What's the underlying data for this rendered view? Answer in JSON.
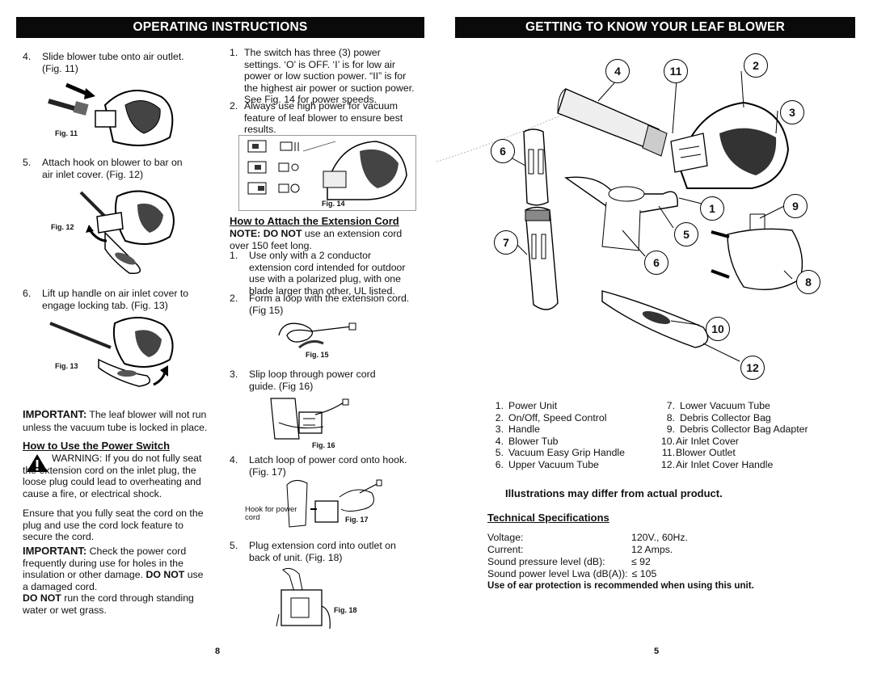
{
  "left_page": {
    "banner": "OPERATING INSTRUCTIONS",
    "page_number": "8",
    "steps": [
      {
        "n": "4.",
        "text": "Slide blower tube onto air outlet. (Fig. 11)"
      },
      {
        "n": "5.",
        "text": "Attach hook on blower to bar on air inlet cover. (Fig. 12)"
      },
      {
        "n": "6.",
        "text": "Lift up handle on air inlet cover to engage locking tab. (Fig. 13)"
      }
    ],
    "fig_labels": [
      "Fig. 11",
      "Fig. 12",
      "Fig. 13",
      "Fig. 14",
      "Fig. 15",
      "Fig. 16",
      "Fig. 17",
      "Fig. 18"
    ],
    "important_1": {
      "label": "IMPORTANT:",
      "text": " The leaf blower will not run unless the vacuum tube is locked in place."
    },
    "power_switch": {
      "heading": "How to Use the Power Switch",
      "warning_label": "WARNING",
      "warning_text": ": If you do not fully seat the extension cord on the inlet plug, the loose plug could lead to overheating and cause a fire, or electrical shock.",
      "ensure_text": "Ensure that you fully seat the cord on the plug and use the cord lock feature to secure the cord.",
      "important_label": "IMPORTANT:",
      "important_text_a": " Check the power cord frequently during use for holes in the insulation or other damage. ",
      "do_not_1": "DO NOT",
      "important_text_b": " use a damaged cord.",
      "do_not_2": "DO NOT",
      "important_text_c": " run the cord through standing water or wet grass."
    },
    "switch_steps": [
      {
        "n": "1.",
        "text": "The switch has three (3) power settings. ‘O’ is OFF. ‘I’ is for low air power or low suction power. “II” is for the highest air power or suction power. See Fig. 14 for power speeds."
      },
      {
        "n": "2.",
        "text": "Always use high power for vacuum feature of leaf blower to ensure best results."
      }
    ],
    "extension_cord": {
      "heading": "How to Attach the Extension Cord",
      "note_label": "NOTE:",
      "do_not": "DO NOT",
      "note_text": " use an extension cord over 150 feet long.",
      "steps": [
        {
          "n": "1.",
          "text": "Use only with a 2 conductor extension cord intended for outdoor use with a polarized plug, with one blade larger than other, UL listed."
        },
        {
          "n": "2.",
          "text": "Form a loop with the extension cord. (Fig 15)"
        },
        {
          "n": "3.",
          "text": "Slip loop through power cord guide. (Fig 16)"
        },
        {
          "n": "4.",
          "text": "Latch loop of power cord onto hook. (Fig. 17)"
        },
        {
          "n": "5.",
          "text": "Plug extension cord into outlet on back of unit. (Fig. 18)"
        }
      ],
      "hook_label": "Hook for power cord"
    }
  },
  "right_page": {
    "banner": "GETTING TO KNOW  YOUR  LEAF BLOWER",
    "page_number": "5",
    "callouts": [
      "4",
      "11",
      "2",
      "3",
      "6",
      "1",
      "9",
      "7",
      "5",
      "6",
      "8",
      "10",
      "12"
    ],
    "parts_left": [
      {
        "n": "1.",
        "name": "Power Unit"
      },
      {
        "n": "2.",
        "name": "On/Off, Speed Control"
      },
      {
        "n": "3.",
        "name": "Handle"
      },
      {
        "n": "4.",
        "name": "Blower Tub"
      },
      {
        "n": "5.",
        "name": "Vacuum Easy Grip Handle"
      },
      {
        "n": "6.",
        "name": "Upper Vacuum Tube"
      }
    ],
    "parts_right": [
      {
        "n": "7.",
        "name": "Lower Vacuum Tube"
      },
      {
        "n": "8.",
        "name": "Debris Collector Bag"
      },
      {
        "n": "9.",
        "name": "Debris Collector Bag Adapter"
      },
      {
        "n": "10.",
        "name": "Air Inlet Cover"
      },
      {
        "n": "11.",
        "name": "Blower Outlet"
      },
      {
        "n": "12.",
        "name": "Air Inlet Cover Handle"
      }
    ],
    "disclaimer": "Illustrations may differ from actual product.",
    "tech_specs": {
      "heading": "Technical Specifications",
      "rows": [
        {
          "k": "Voltage:",
          "v": "120V.,  60Hz."
        },
        {
          "k": "Current:",
          "v": "12 Amps."
        },
        {
          "k": "Sound pressure level (dB):",
          "v": "≤ 92"
        },
        {
          "k": "Sound power level Lwa (dB(A)):",
          "v": "≤ 105"
        }
      ],
      "ear_note": "Use of ear protection is recommended when using this unit."
    }
  }
}
